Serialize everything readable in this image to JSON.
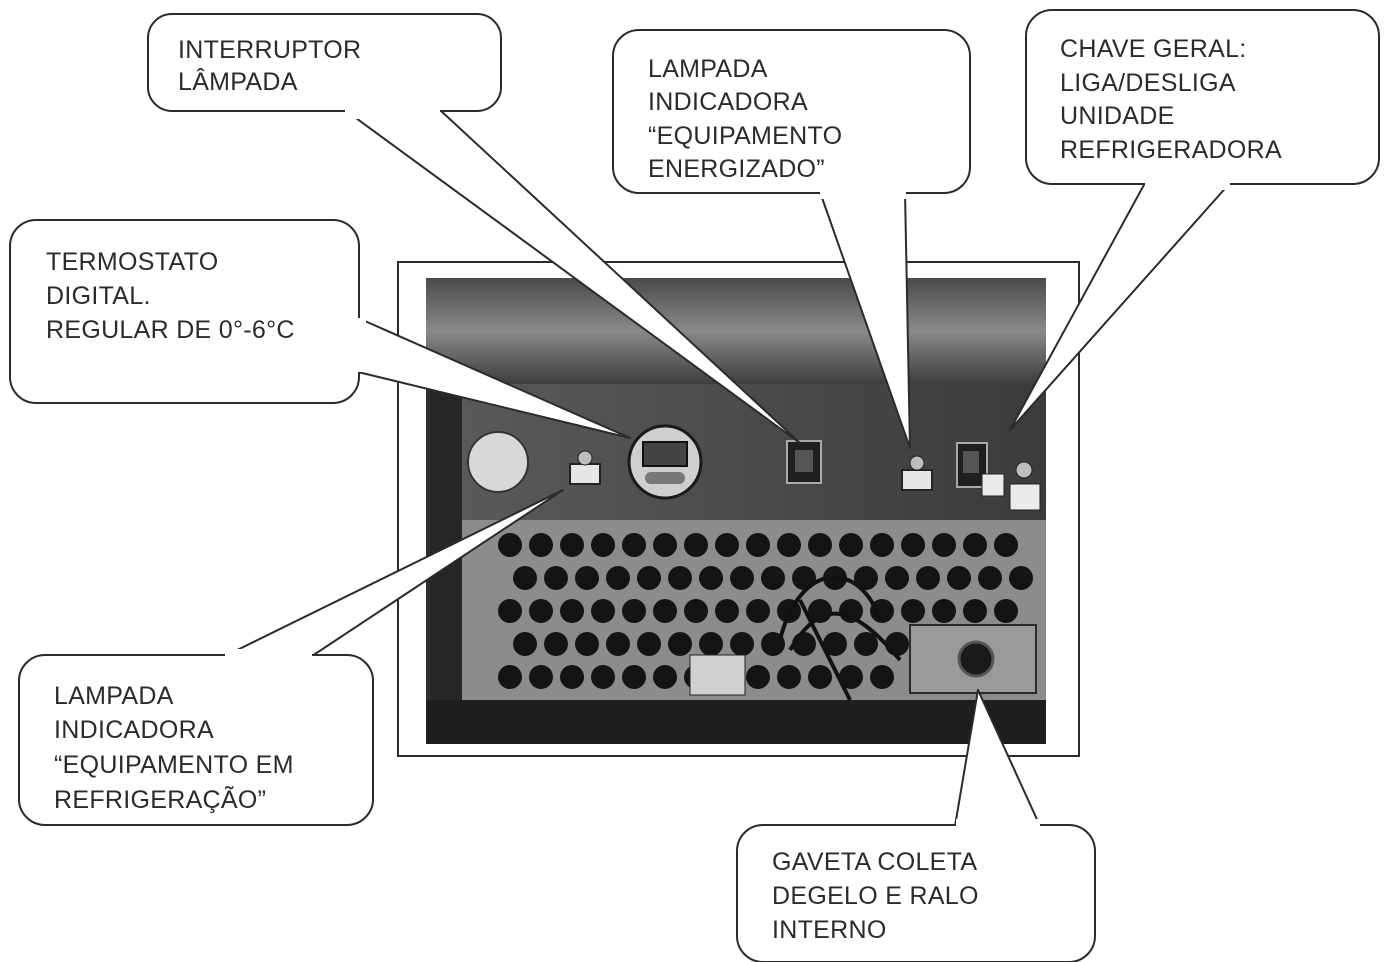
{
  "callouts": {
    "interruptor": {
      "lines": [
        "INTERRUPTOR",
        "LÂMPADA"
      ]
    },
    "lampada_energizado": {
      "lines": [
        "LAMPADA",
        "INDICADORA",
        "“EQUIPAMENTO",
        "ENERGIZADO”"
      ]
    },
    "chave_geral": {
      "lines": [
        "CHAVE GERAL:",
        "LIGA/DESLIGA",
        "UNIDADE",
        "REFRIGERADORA"
      ]
    },
    "termostato": {
      "lines": [
        "TERMOSTATO",
        "DIGITAL.",
        "REGULAR DE 0°-6°C"
      ]
    },
    "lampada_refrigeracao": {
      "lines": [
        "LAMPADA",
        "INDICADORA",
        "“EQUIPAMENTO EM",
        "REFRIGERAÇÃO”"
      ]
    },
    "gaveta": {
      "lines": [
        "GAVETA COLETA",
        "DEGELO E RALO",
        "INTERNO"
      ]
    }
  },
  "colors": {
    "stroke": "#2b2b2b",
    "panel_dark": "#3a3a3a",
    "panel_mid": "#6d6d6d",
    "hole": "#141414"
  }
}
